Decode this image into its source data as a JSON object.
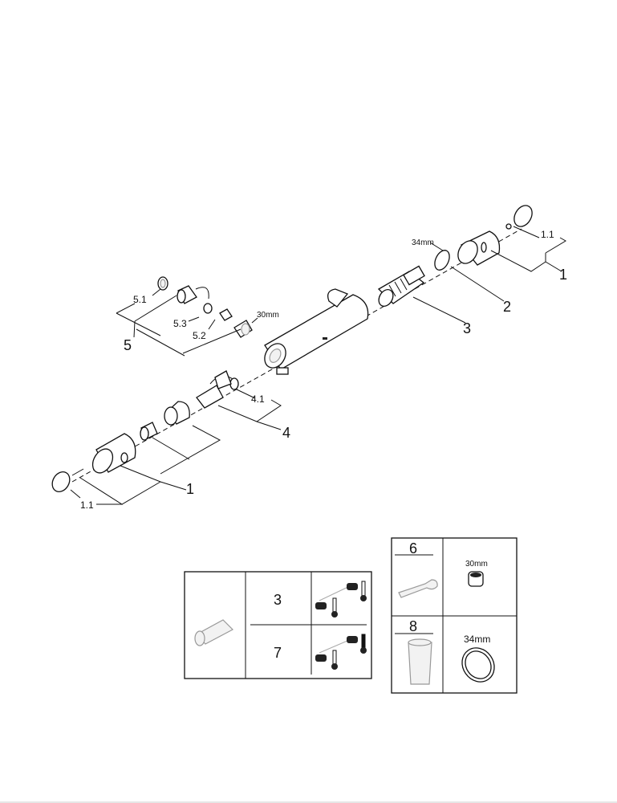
{
  "diagram": {
    "callouts": {
      "c1_1_top": "1.1",
      "c34mm": "34mm",
      "c1_top": "1",
      "c2": "2",
      "c3": "3",
      "c5_1": "5.1",
      "c30mm": "30mm",
      "c5_3": "5.3",
      "c5_2": "5.2",
      "c5": "5",
      "c4_1": "4.1",
      "c4": "4",
      "c1_bottom": "1",
      "c1_1_bottom": "1.1"
    },
    "cartridge_table": {
      "row1_number": "3",
      "row2_number": "7"
    },
    "tools_table": {
      "tool1_number": "6",
      "tool1_size": "30mm",
      "tool2_number": "8",
      "tool2_size": "34mm"
    }
  }
}
